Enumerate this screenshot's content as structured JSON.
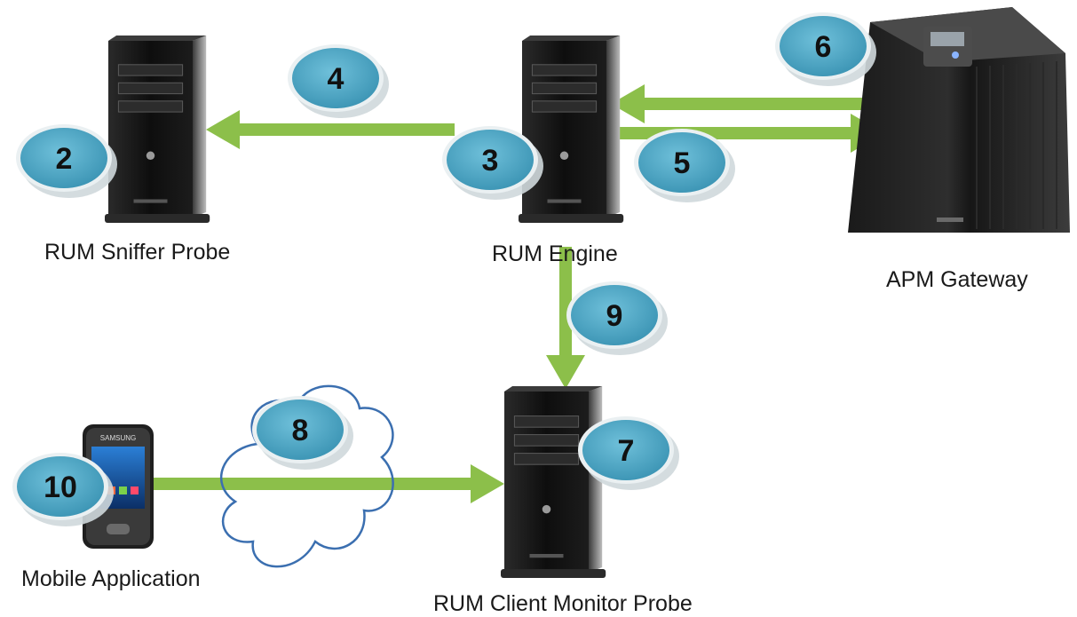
{
  "colors": {
    "arrow": "#8cbf4a",
    "badge": "#4aa6c4",
    "badge_rim": "#eaf0f2",
    "cloud_stroke": "#3b6fb0",
    "tower": "#141414"
  },
  "nodes": {
    "sniffer": {
      "label": "RUM Sniffer Probe",
      "icon": "desktop-tower-icon"
    },
    "engine": {
      "label": "RUM Engine",
      "icon": "desktop-tower-icon"
    },
    "gateway": {
      "label": "APM Gateway",
      "icon": "server-icon"
    },
    "client_probe": {
      "label": "RUM Client Monitor Probe",
      "icon": "desktop-tower-icon"
    },
    "mobile": {
      "label": "Mobile Application",
      "icon": "smartphone-icon",
      "brand": "SAMSUNG"
    },
    "network": {
      "icon": "cloud-icon"
    }
  },
  "steps": [
    "2",
    "3",
    "4",
    "5",
    "6",
    "7",
    "8",
    "9",
    "10"
  ]
}
